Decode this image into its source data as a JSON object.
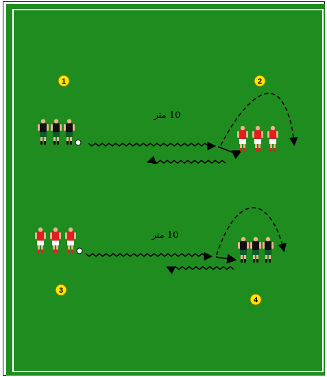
{
  "drill": {
    "colors": {
      "grass": "#1f8c1f",
      "line": "#ffffff",
      "marker_fill": "#ffe400",
      "team_a_shirt": "#111111",
      "team_a_shorts": "#0f5c2a",
      "team_b_shirt": "#e21f1f",
      "team_b_shorts": "#ffffff",
      "skin": "#e9b58a",
      "path": "#000000"
    },
    "markers": [
      {
        "id": "1",
        "label": "1"
      },
      {
        "id": "2",
        "label": "2"
      },
      {
        "id": "3",
        "label": "3"
      },
      {
        "id": "4",
        "label": "4"
      }
    ],
    "distance_labels": [
      {
        "id": "top",
        "text": "10 متر"
      },
      {
        "id": "bottom",
        "text": "10 متر"
      }
    ],
    "groups": [
      {
        "id": "top-left",
        "team": "a",
        "players": 3,
        "ball": true
      },
      {
        "id": "top-right",
        "team": "b",
        "players": 3,
        "ball": false
      },
      {
        "id": "bottom-left",
        "team": "b",
        "players": 3,
        "ball": true
      },
      {
        "id": "bottom-right",
        "team": "a",
        "players": 3,
        "ball": false
      }
    ]
  }
}
